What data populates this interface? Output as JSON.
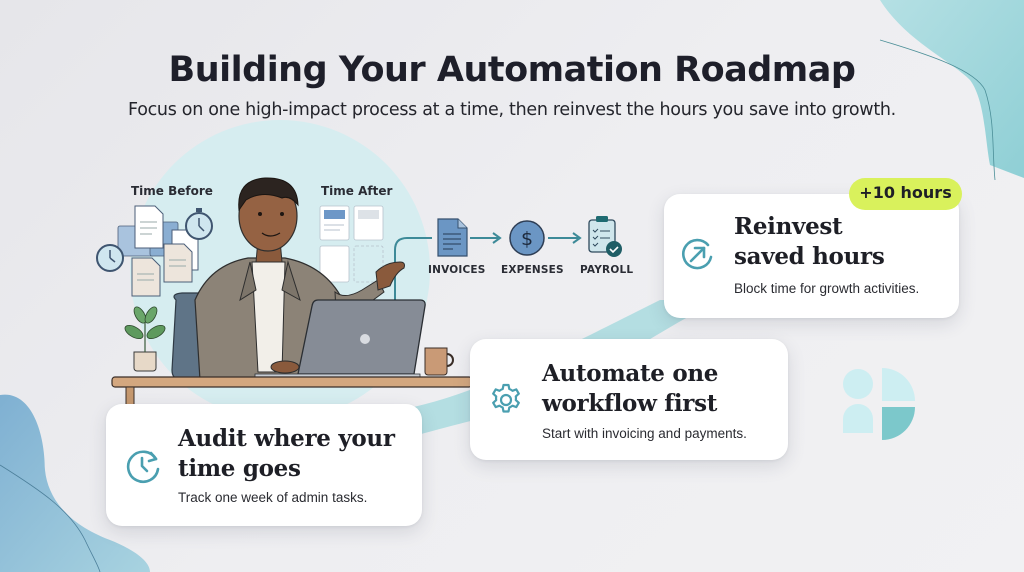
{
  "header": {
    "title": "Building Your Automation Roadmap",
    "subtitle": "Focus on one high-impact process at a time, then reinvest the hours you save into growth."
  },
  "illustration": {
    "time_before_label": "Time Before",
    "time_after_label": "Time After",
    "workflow": [
      {
        "label": "INVOICES",
        "icon": "document-icon"
      },
      {
        "label": "EXPENSES",
        "icon": "dollar-icon"
      },
      {
        "label": "PAYROLL",
        "icon": "checklist-icon"
      }
    ]
  },
  "cards": [
    {
      "id": "audit",
      "icon": "clock-refresh-icon",
      "heading_line1": "Audit where your",
      "heading_line2": "time goes",
      "description": "Track one week of admin tasks."
    },
    {
      "id": "automate",
      "icon": "gear-icon",
      "heading_line1": "Automate one",
      "heading_line2": "workflow first",
      "description": "Start with invoicing and payments."
    },
    {
      "id": "reinvest",
      "icon": "arrow-up-right-circle-icon",
      "heading_line1": "Reinvest",
      "heading_line2": "saved hours",
      "description": "Block time for growth activities.",
      "badge": "+10 hours"
    }
  ],
  "colors": {
    "accent_teal": "#4a9fb0",
    "badge_lime": "#d9f15c",
    "blob_teal": "#a9dadf",
    "blob_blue": "#8fb9d6",
    "text_dark": "#1e1f26",
    "background": "#ececef"
  }
}
